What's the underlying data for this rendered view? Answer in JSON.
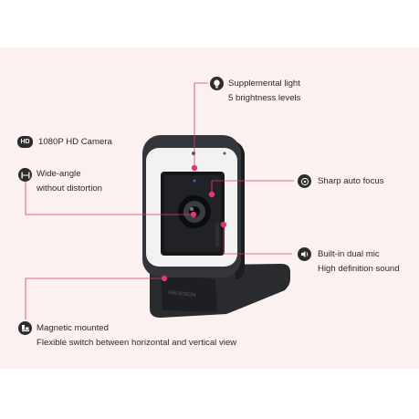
{
  "features": {
    "supplemental_light": {
      "line1": "Supplemental light",
      "line2": "5 brightness levels",
      "icon": "bulb-icon"
    },
    "hd_camera": {
      "line1": "1080P HD Camera",
      "badge": "HD",
      "icon": "hd-badge-icon"
    },
    "wide_angle": {
      "line1": "Wide-angle",
      "line2": "without distortion",
      "icon": "wide-angle-icon"
    },
    "auto_focus": {
      "line1": "Sharp auto focus",
      "icon": "focus-icon"
    },
    "dual_mic": {
      "line1": "Built-in dual mic",
      "line2": "High definition sound",
      "icon": "speaker-icon"
    },
    "magnetic": {
      "line1": "Magnetic mounted",
      "line2": "Flexible switch between horizontal and vertical view",
      "icon": "mount-icon"
    }
  },
  "product": {
    "brand_mark": "HIKVISION"
  },
  "colors": {
    "accent": "#e0386a",
    "panel": "#fbf1f1",
    "body": "#2f3034",
    "ring": "#f4f4f4"
  }
}
